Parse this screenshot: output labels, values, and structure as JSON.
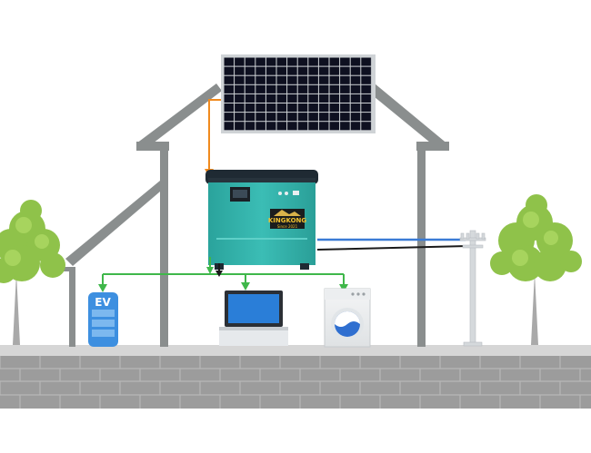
{
  "brand": {
    "name": "KINGKONG",
    "tagline": "Since 2021"
  },
  "ev_station": {
    "label": "EV"
  },
  "colors": {
    "background": "#ffffff",
    "house_outline": "#8a8e8e",
    "ground_strip": "#d6d6d6",
    "wall": "#9c9c9c",
    "wall_mortar": "#bdbdbd",
    "solar_panel": "#0e1020",
    "solar_frame": "#cfd3d6",
    "inverter_body": "#33b3ac",
    "inverter_top": "#1f2a33",
    "pv_line": "#f08a1e",
    "load_line": "#3fb74a",
    "grid_line_blue": "#3a7bd5",
    "grid_line_black": "#1a1a1a",
    "ev_body": "#3d8fe0",
    "screen_blue": "#2a7ed8",
    "tree_leaf": "#8fc24a"
  },
  "icons": {
    "solar_panel": "solar-panel-icon",
    "inverter": "energy-storage-inverter-icon",
    "ev_charger": "ev-charger-icon",
    "laptop": "laptop-icon",
    "washing_machine": "washing-machine-icon",
    "power_pole": "utility-pole-icon",
    "tree": "tree-icon"
  }
}
